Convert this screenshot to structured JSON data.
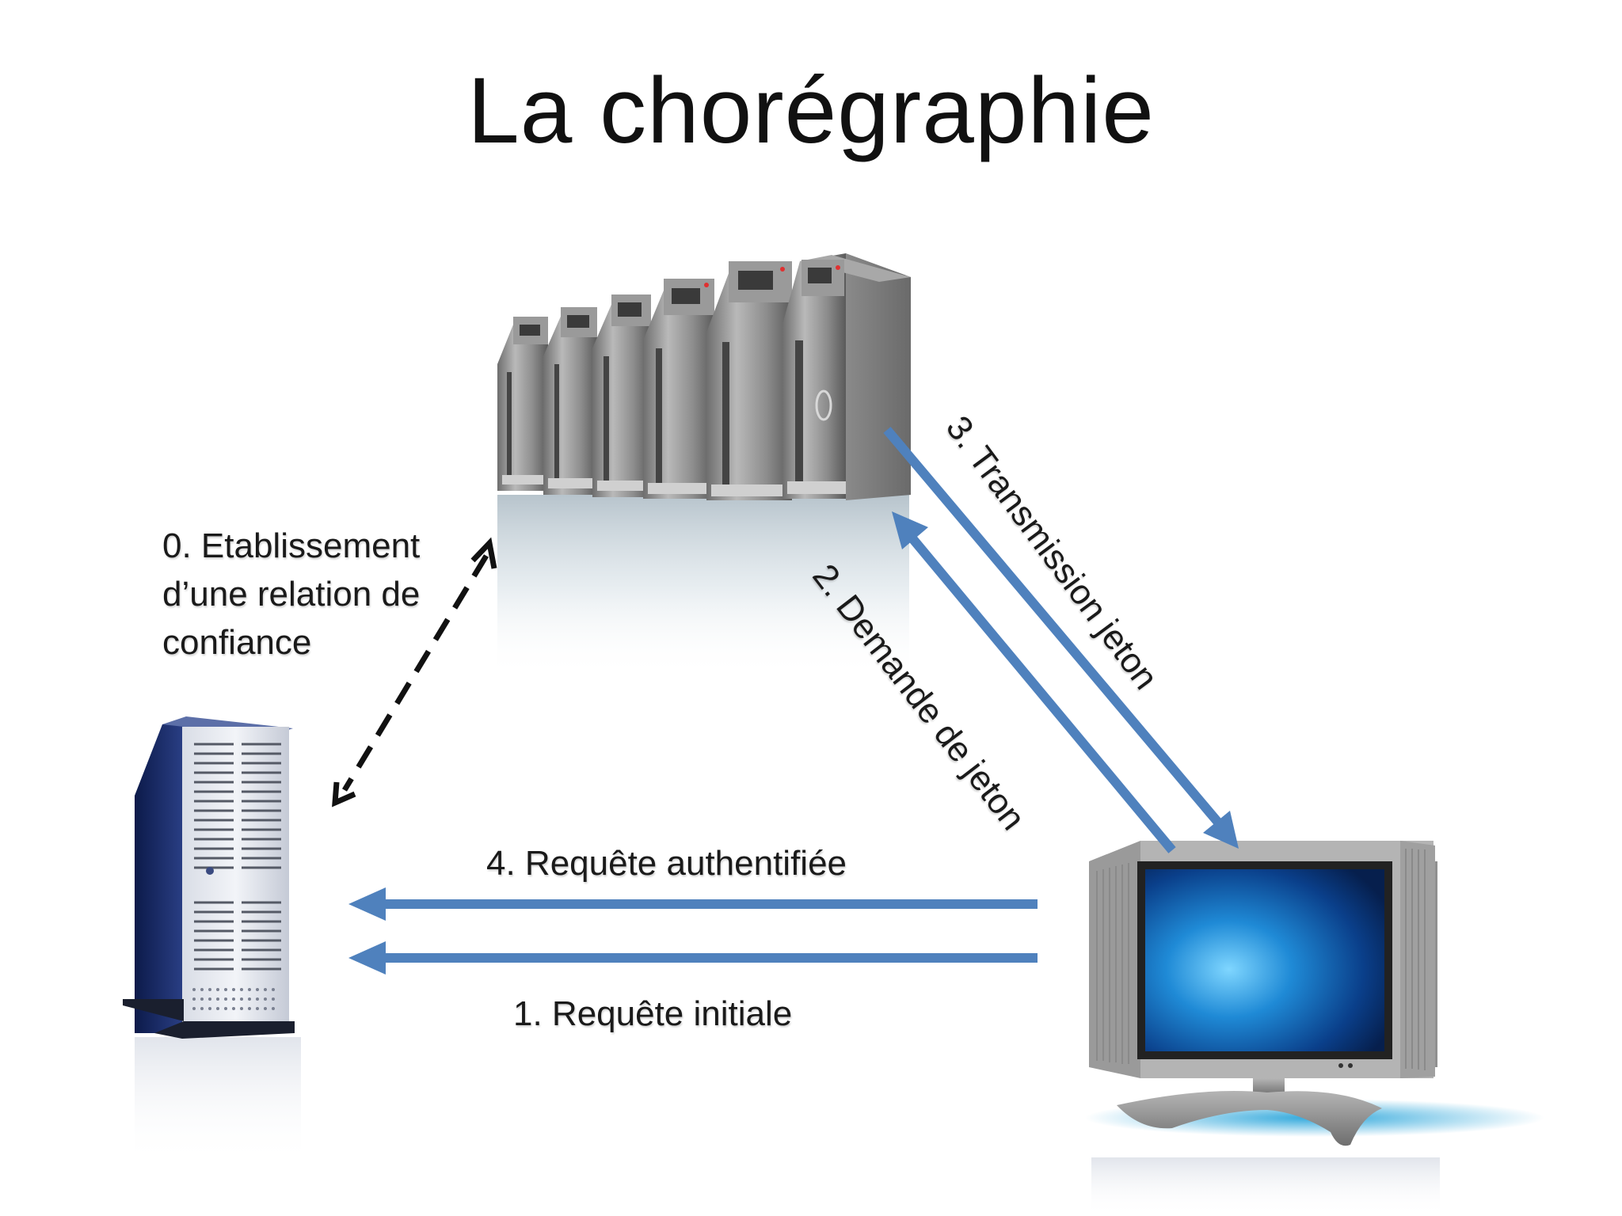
{
  "title": "La chorégraphie",
  "nodes": {
    "identity_provider": "server-cluster-icon",
    "service_provider": "tower-server-icon",
    "client": "monitor-icon"
  },
  "steps": {
    "step0": [
      "0. Etablissement",
      "d’une relation de",
      "confiance"
    ],
    "step1": "1. Requête initiale",
    "step2": "2. Demande de jeton",
    "step3": "3. Transmission jeton",
    "step4": "4. Requête authentifiée"
  },
  "colors": {
    "arrow": "#4f81bd",
    "dashed_arrow": "#111111",
    "text": "#1a1a1a"
  }
}
